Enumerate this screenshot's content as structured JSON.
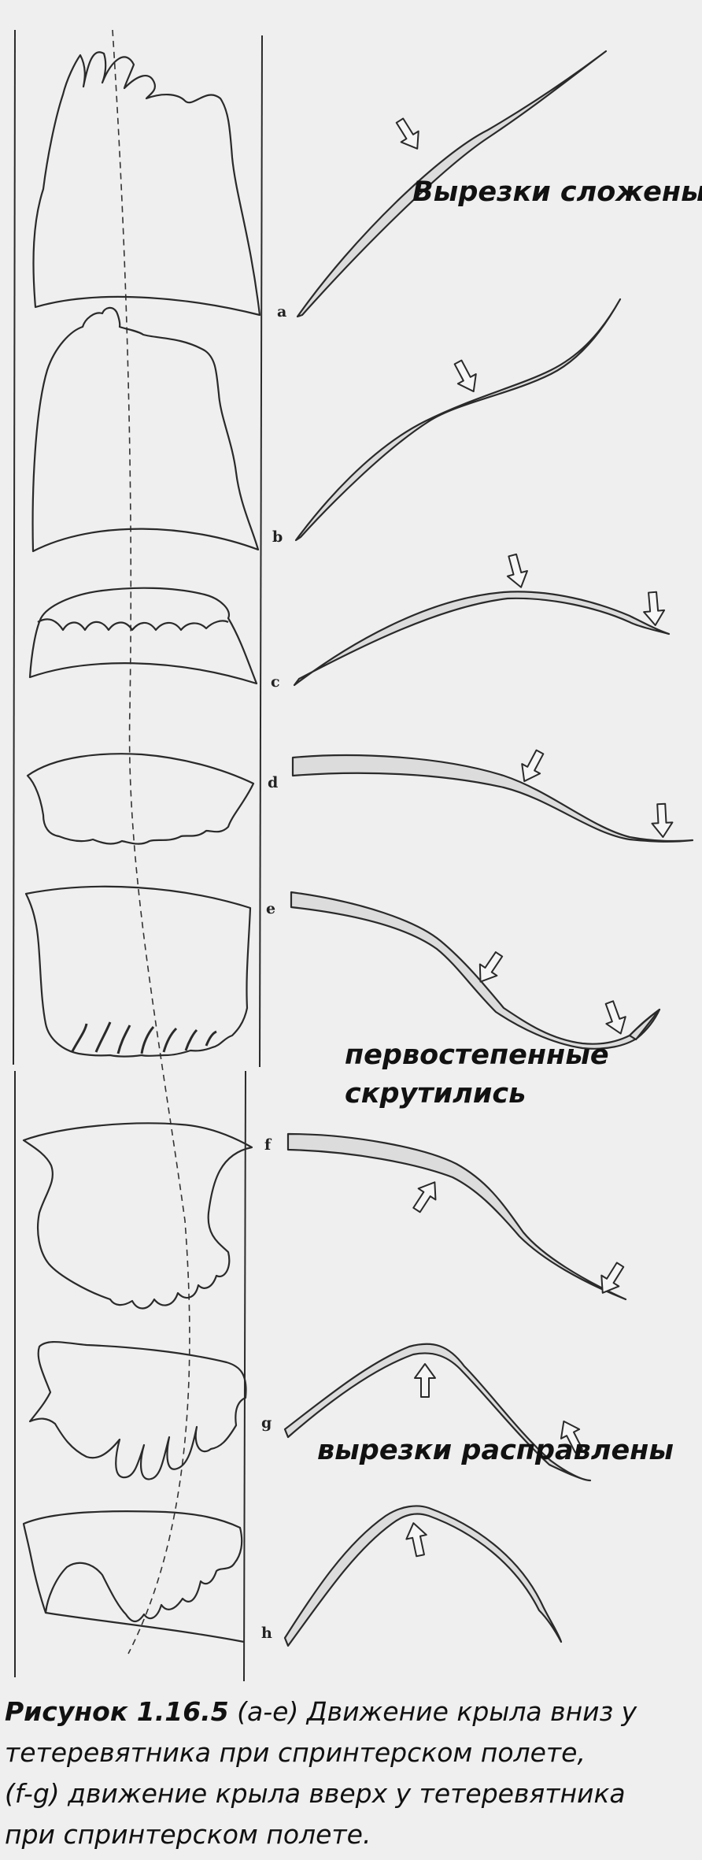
{
  "annotations": {
    "folded": "Вырезки сложены",
    "twisted_line1": "первостепенные",
    "twisted_line2": "скрутились",
    "spread": "вырезки расправлены"
  },
  "frames": [
    {
      "letter": "a"
    },
    {
      "letter": "b"
    },
    {
      "letter": "c"
    },
    {
      "letter": "d"
    },
    {
      "letter": "e"
    },
    {
      "letter": "f"
    },
    {
      "letter": "g"
    },
    {
      "letter": "h"
    }
  ],
  "caption": {
    "figure_label": "Рисунок 1.16.5",
    "range1": "(a-e)",
    "line1_text": "Движение крыла вниз у",
    "line2": "тетеревятника при спринтерском полете,",
    "range2": "(f-g)",
    "line3_text": "движение крыла вверх у тетеревятника",
    "line4": "при спринтерском полете."
  },
  "colors": {
    "background": "#efefef",
    "ink": "#2a2a2a",
    "ribbon_fill": "#dcdcdc"
  }
}
